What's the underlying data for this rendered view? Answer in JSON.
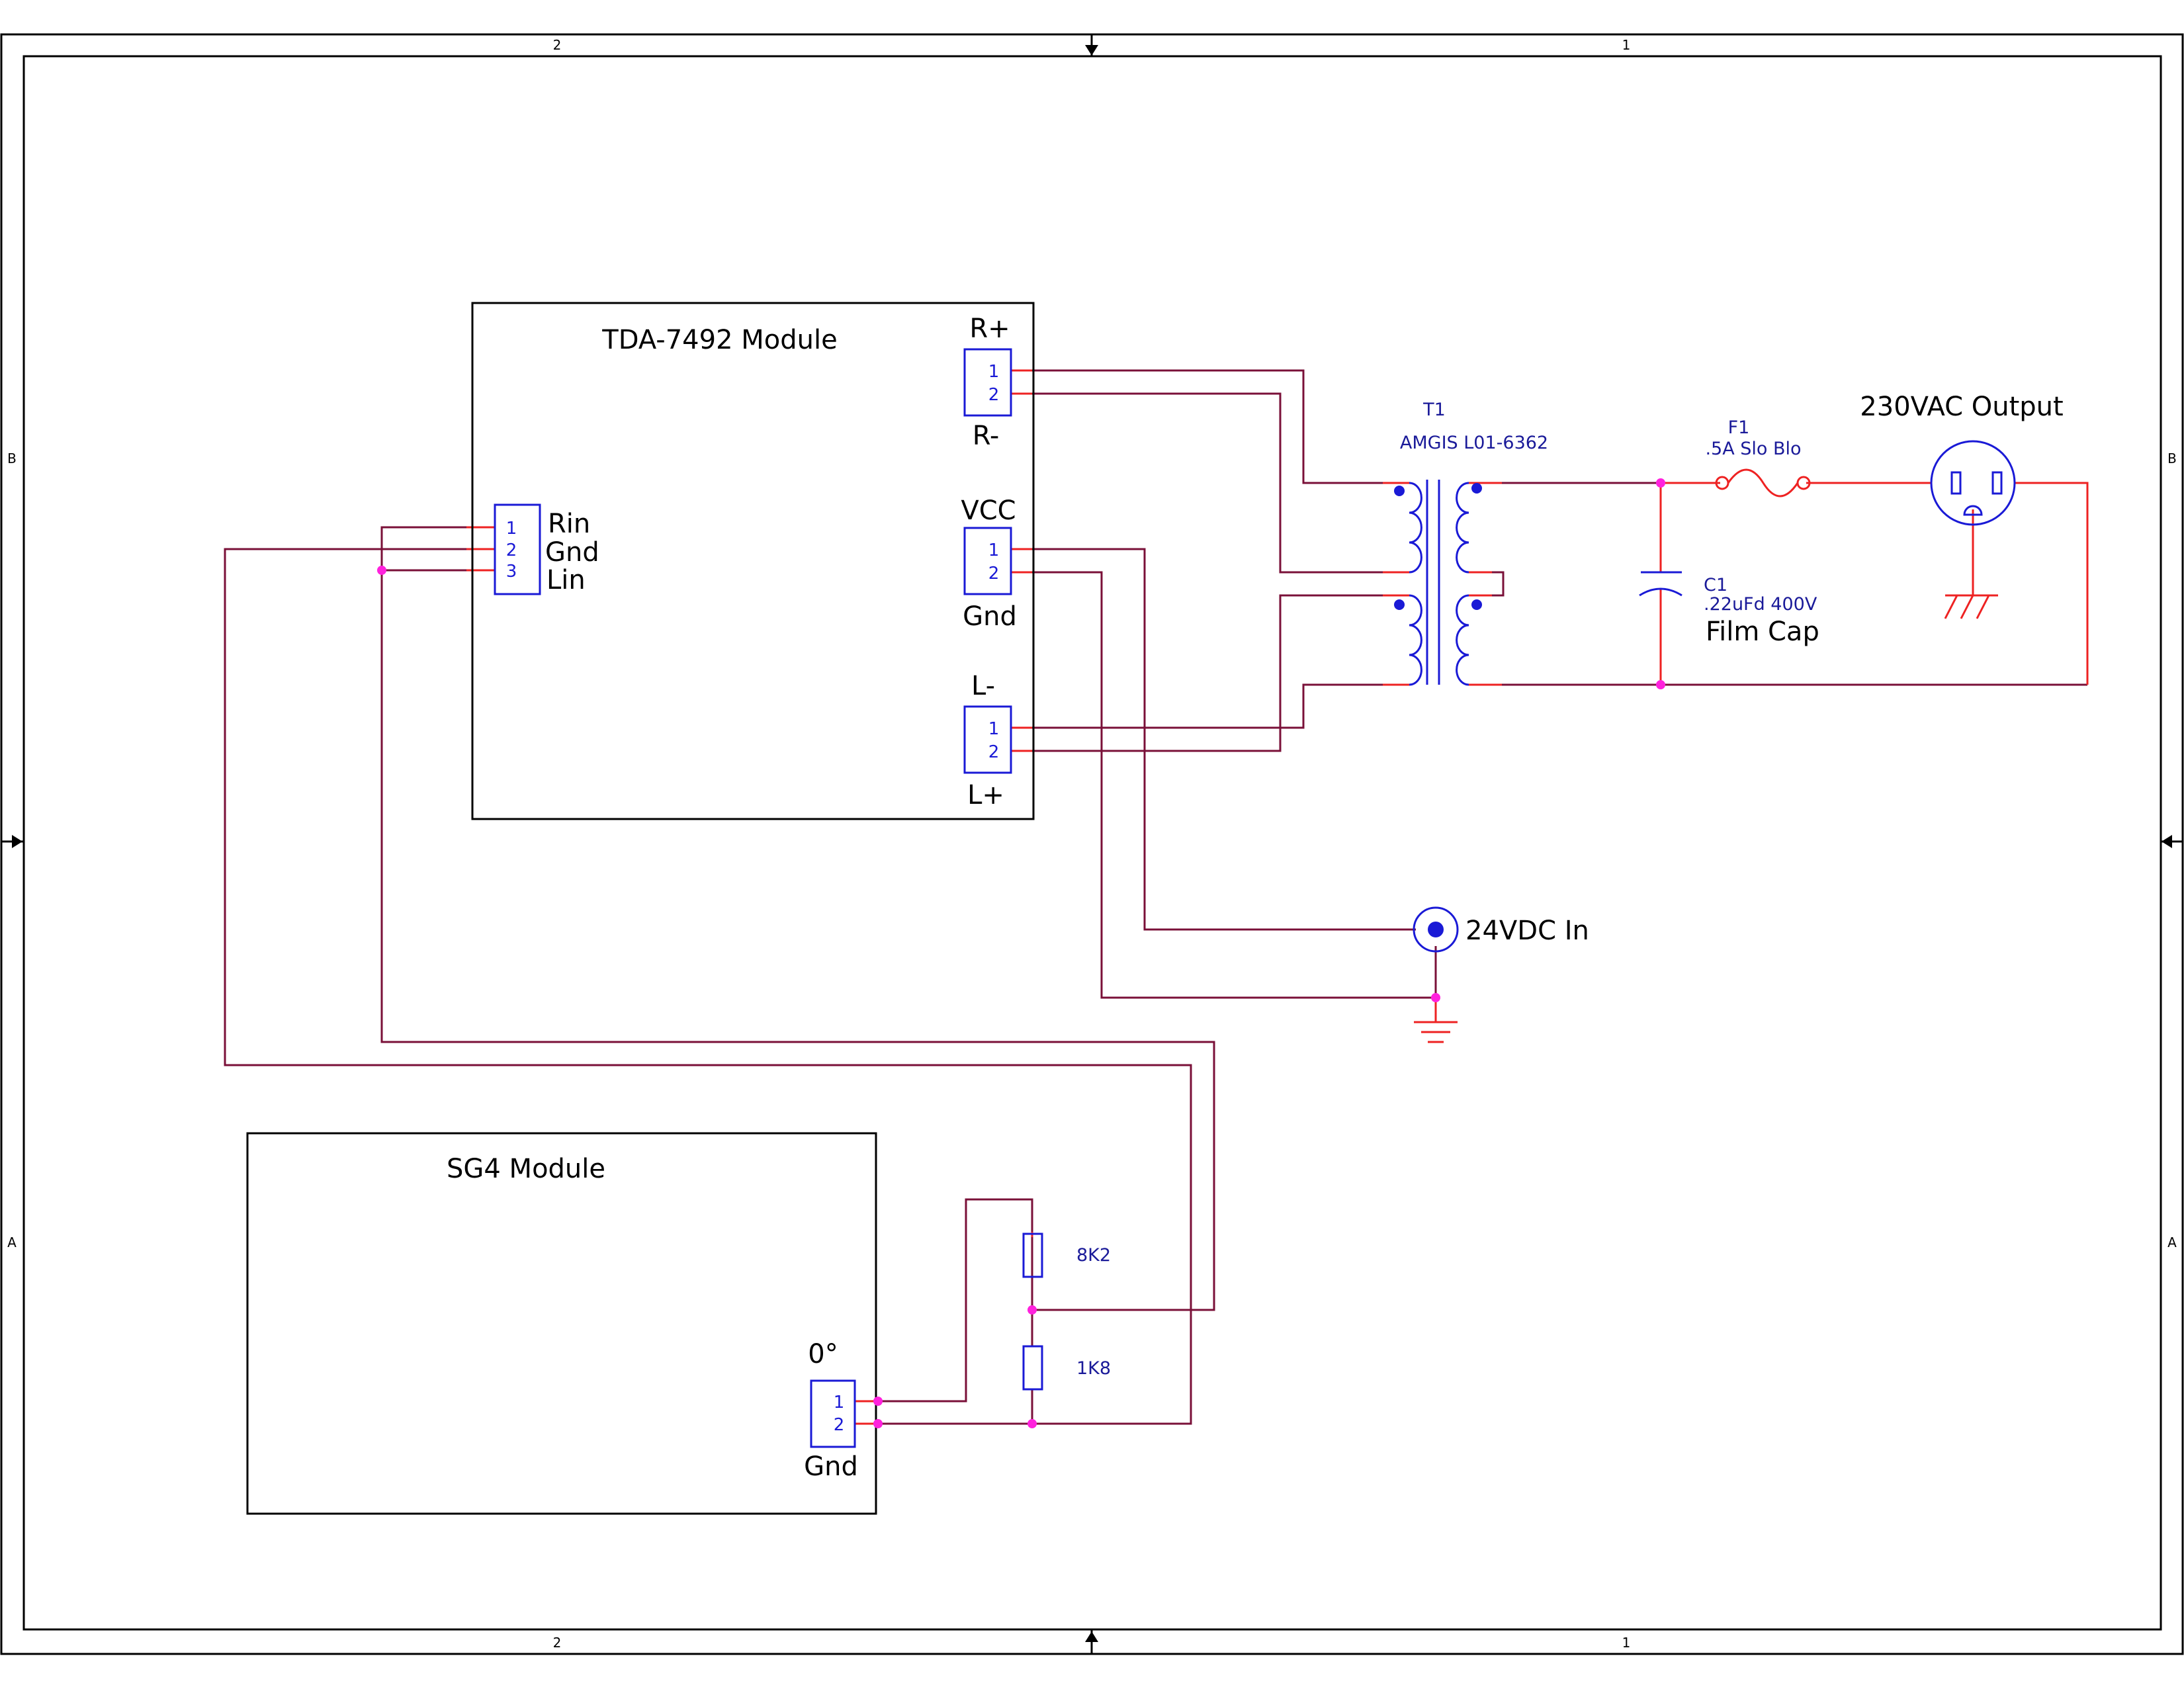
{
  "zones": {
    "top": [
      "2",
      "1"
    ],
    "bottom": [
      "2",
      "1"
    ],
    "left": [
      "B",
      "A"
    ],
    "right": [
      "B",
      "A"
    ]
  },
  "tda_module": {
    "title": "TDA-7492 Module",
    "r_plus": "R+",
    "r_minus": "R-",
    "vcc": "VCC",
    "gnd": "Gnd",
    "l_minus": "L-",
    "l_plus": "L+",
    "rin": "Rin",
    "gnd_in": "Gnd",
    "lin": "Lin",
    "pins": [
      "1",
      "2",
      "3"
    ]
  },
  "sg4_module": {
    "title": "SG4 Module",
    "phase": "0°",
    "gnd": "Gnd"
  },
  "transformer": {
    "ref": "T1",
    "part": "AMGIS L01-6362"
  },
  "fuse": {
    "ref": "F1",
    "value": ".5A Slo Blo"
  },
  "capacitor": {
    "ref": "C1",
    "value": ".22uFd 400V",
    "note": "Film Cap"
  },
  "output_label": "230VAC Output",
  "dc_in_label": "24VDC In",
  "resistors": {
    "r_top": "8K2",
    "r_bottom": "1K8"
  },
  "colors": {
    "wire": "#7a1038",
    "pin_lead": "#ee2222",
    "component": "#1a1ad6",
    "junction": "#ff22dd"
  }
}
